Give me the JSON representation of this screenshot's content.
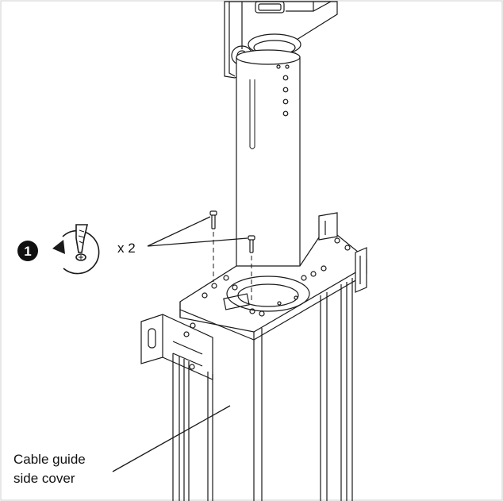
{
  "step": {
    "number": "1",
    "icon": "screwdriver-rotate-counterclockwise-icon",
    "quantity": "x 2"
  },
  "callout": {
    "line1": "Cable guide",
    "line2": "side cover"
  },
  "colors": {
    "stroke": "#1a1a1a",
    "background": "#ffffff"
  }
}
